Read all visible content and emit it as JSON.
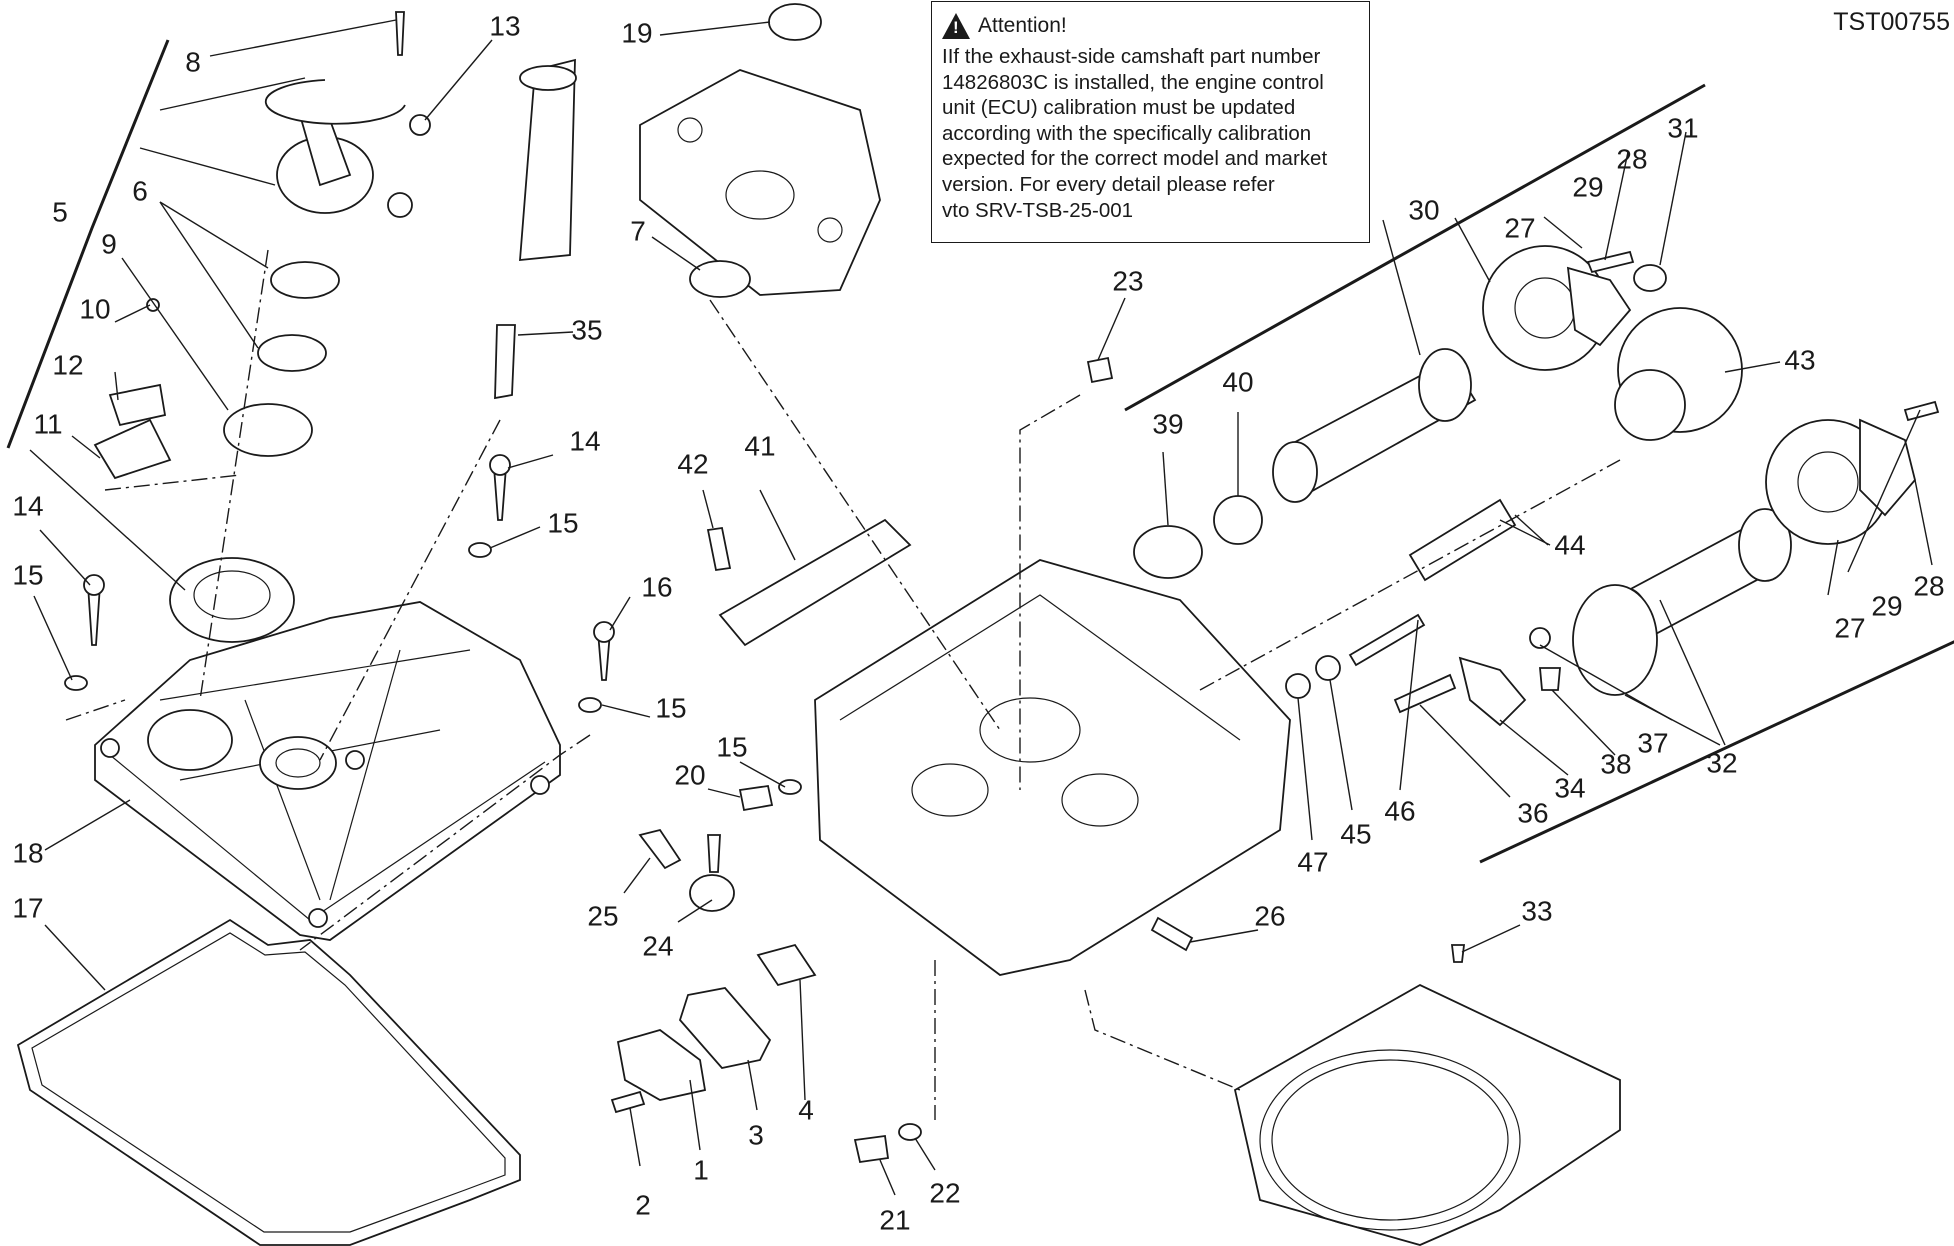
{
  "drawing_code": "TST00755",
  "attention": {
    "icon": "warning-triangle-icon",
    "title": "Attention!",
    "lines": [
      "IIf the exhaust-side camshaft part number",
      "14826803C is installed, the engine control",
      "unit (ECU) calibration must be updated",
      "according with the specifically calibration",
      "expected for the correct model and market",
      "version. For every detail please refer",
      "vto SRV-TSB-25-001"
    ]
  },
  "callouts": {
    "c1": "1",
    "c2": "2",
    "c3": "3",
    "c4": "4",
    "c5": "5",
    "c6": "6",
    "c7": "7",
    "c8": "8",
    "c9": "9",
    "c10": "10",
    "c11": "11",
    "c12": "12",
    "c13": "13",
    "c14a": "14",
    "c14b": "14",
    "c15a": "15",
    "c15b": "15",
    "c15c": "15",
    "c15d": "15",
    "c16": "16",
    "c17": "17",
    "c18": "18",
    "c19": "19",
    "c20": "20",
    "c21": "21",
    "c22": "22",
    "c23": "23",
    "c24": "24",
    "c25": "25",
    "c26": "26",
    "c27a": "27",
    "c27b": "27",
    "c28a": "28",
    "c28b": "28",
    "c29a": "29",
    "c29b": "29",
    "c30": "30",
    "c31": "31",
    "c32": "32",
    "c33": "33",
    "c34": "34",
    "c35": "35",
    "c36": "36",
    "c37": "37",
    "c38": "38",
    "c39": "39",
    "c40": "40",
    "c41": "41",
    "c42": "42",
    "c43": "43",
    "c44": "44",
    "c45": "45",
    "c46": "46",
    "c47": "47"
  }
}
